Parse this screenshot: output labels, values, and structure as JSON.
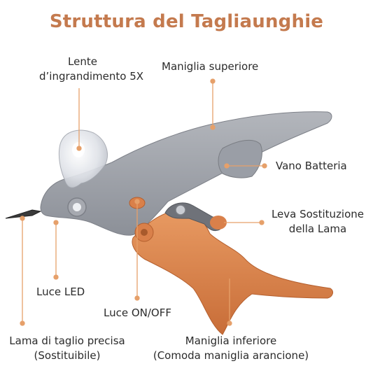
{
  "title": "Struttura del Tagliaunghie",
  "labels": {
    "lens": [
      "Lente",
      "d’ingrandimento 5X"
    ],
    "upper_handle": "Maniglia superiore",
    "battery": "Vano Batteria",
    "blade_lever": [
      "Leva Sostituzione",
      "della Lama"
    ],
    "led": "Luce LED",
    "on_off": "Luce ON/OFF",
    "blade": [
      "Lama di taglio precisa",
      "(Sostituibile)"
    ],
    "lower_handle": [
      "Maniglia inferiore",
      "(Comoda maniglia arancione)"
    ]
  },
  "colors": {
    "title": "#c47a4e",
    "leader": "#e6a06a",
    "body_gray": "#9ea1a8",
    "handle_orange": "#d9804a"
  }
}
